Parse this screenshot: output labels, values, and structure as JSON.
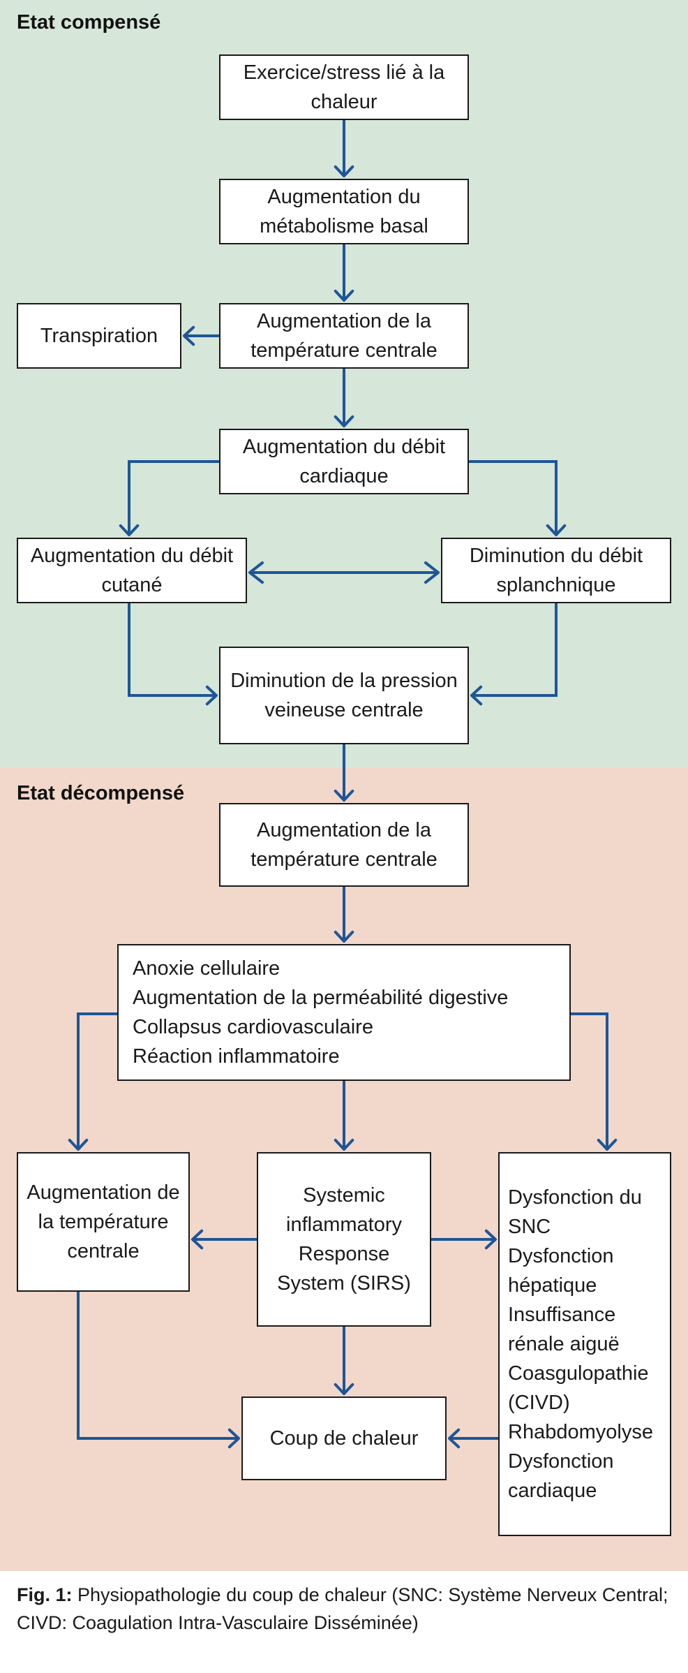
{
  "colors": {
    "compensated_bg": "#d6e6d8",
    "decompensated_bg": "#f2d8ca",
    "arrow": "#1e5597",
    "box_border": "#1a1a1a"
  },
  "sections": {
    "compensated": "Etat compensé",
    "decompensated": "Etat décompensé"
  },
  "nodes": {
    "exercise": "Exercice/stress lié à la chaleur",
    "basal_metabolism": "Augmentation du métabolisme basal",
    "core_temp_1": "Augmentation de la température centrale",
    "sweating": "Transpiration",
    "cardiac_output": "Augmentation du débit cardiaque",
    "skin_flow": "Augmentation du débit cutané",
    "splanchnic_flow": "Diminution du débit splanchnique",
    "venous_pressure": "Diminution de la pression veineuse centrale",
    "core_temp_2": "Augmentation de la température centrale",
    "cellular_effects": [
      "Anoxie cellulaire",
      "Augmentation de la perméabilité digestive",
      "Collapsus cardiovasculaire",
      "Réaction inflammatoire"
    ],
    "core_temp_3": "Augmentation de la température centrale",
    "sirs": "Systemic inflammatory Response System (SIRS)",
    "dysfunctions": "Dysfonction du SNC Dysfonction hépatique Insuffisance rénale aiguë Coasgulopathie (CIVD) Rhabdomyolyse Dysfonction cardiaque",
    "heatstroke": "Coup de chaleur"
  },
  "caption": {
    "label": "Fig. 1:",
    "text": "Physiopathologie du coup de chaleur (SNC: Système Nerveux Central; CIVD: Coagulation Intra-Vasculaire Disséminée)"
  }
}
